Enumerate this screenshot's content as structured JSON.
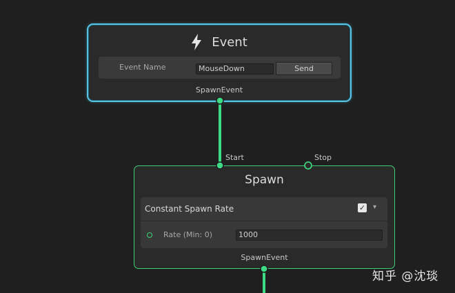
{
  "event_node": {
    "title": "Event",
    "icon": "lightning-icon",
    "field_label": "Event Name",
    "field_value": "MouseDown",
    "send_label": "Send",
    "output_label": "SpawnEvent"
  },
  "spawn_node": {
    "title": "Spawn",
    "input_start_label": "Start",
    "input_stop_label": "Stop",
    "block": {
      "title": "Constant Spawn Rate",
      "enabled": true,
      "param_label": "Rate (Min: 0)",
      "param_value": "1000"
    },
    "output_label": "SpawnEvent"
  },
  "colors": {
    "event_border": "#58c4e4",
    "spawn_border": "#3ecf7a",
    "wire": "#3ddc84",
    "background": "#1f1f1f"
  },
  "watermark": "知乎 @沈琰"
}
